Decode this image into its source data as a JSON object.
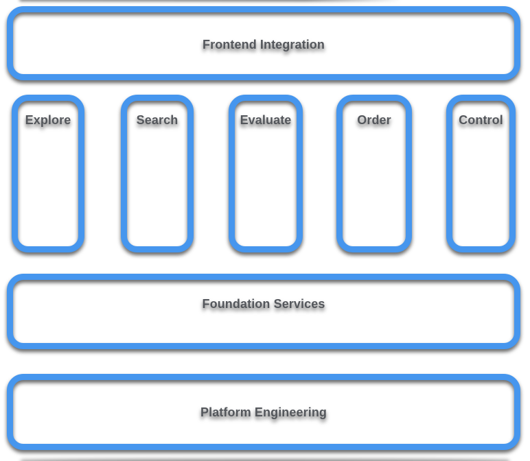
{
  "diagram": {
    "top_band": {
      "label": "Frontend Integration"
    },
    "capability_columns": [
      {
        "label": "Explore"
      },
      {
        "label": "Search"
      },
      {
        "label": "Evaluate"
      },
      {
        "label": "Order"
      },
      {
        "label": "Control"
      }
    ],
    "foundation_band": {
      "label": "Foundation Services"
    },
    "platform_band": {
      "label": "Platform Engineering"
    }
  },
  "colors": {
    "box_border": "#4696EE",
    "label_text": "#54575C",
    "canvas_background": "#FFFFFF",
    "box_shadow": "rgba(0,0,0,0.60)"
  }
}
